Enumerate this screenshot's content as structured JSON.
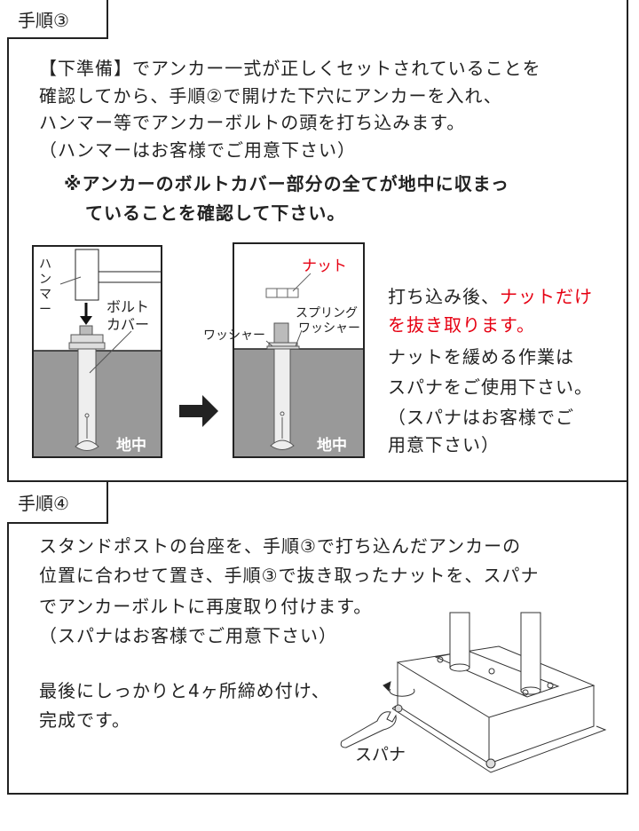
{
  "step3": {
    "title": "手順③",
    "lines": [
      "【下準備】でアンカー一式が正しくセットされていることを",
      "確認してから、手順②で開けた下穴にアンカーを入れ、",
      "ハンマー等でアンカーボルトの頭を打ち込みます。",
      "（ハンマーはお客様でご用意下さい）"
    ],
    "note_lines": [
      "※アンカーのボルトカバー部分の全てが地中に収まっ",
      "ていることを確認して下さい。"
    ],
    "diagram_before": {
      "hammer": "ハンマー",
      "bolt_cover_1": "ボルト",
      "bolt_cover_2": "カバー",
      "ground": "地中"
    },
    "diagram_after": {
      "nut": "ナット",
      "washer": "ワッシャー",
      "spring_washer_1": "スプリング",
      "spring_washer_2": "ワッシャー",
      "ground": "地中"
    },
    "side_text": {
      "l1a": "打ち込み後、",
      "l1b": "ナットだけ",
      "l2": "を抜き取ります。",
      "l3": "ナットを緩める作業は",
      "l4": "スパナをご使用下さい。",
      "l5": "（スパナはお客様でご",
      "l6": "用意下さい）"
    }
  },
  "step4": {
    "title": "手順④",
    "lines": [
      "スタンドポストの台座を、手順③で打ち込んだアンカーの",
      "位置に合わせて置き、手順③で抜き取ったナットを、スパナ",
      "でアンカーボルトに再度取り付けます。",
      "（スパナはお客様でご用意下さい）"
    ],
    "final_lines": [
      "最後にしっかりと4ヶ所締め付け、",
      "完成です。"
    ],
    "wrench_label": "スパナ"
  },
  "colors": {
    "accent_red": "#e60012",
    "ground_gray": "#999999"
  }
}
